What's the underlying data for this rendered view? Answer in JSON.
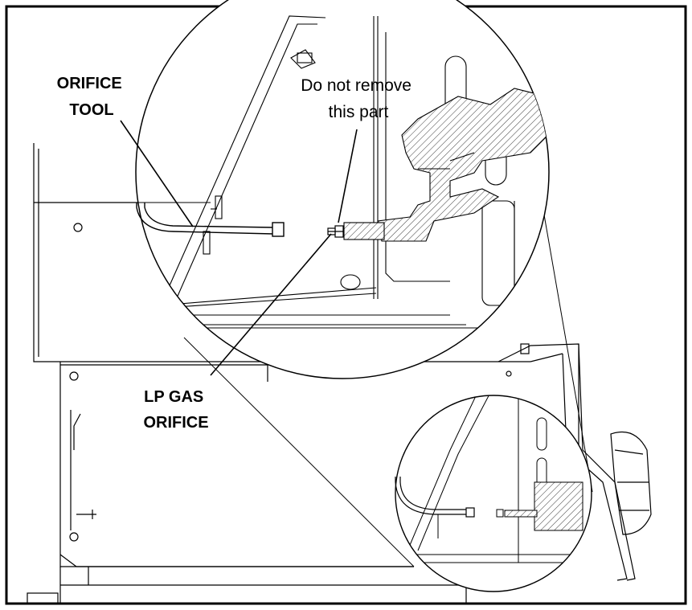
{
  "labels": {
    "orifice_tool": [
      "ORIFICE",
      "TOOL"
    ],
    "do_not_remove": [
      "Do not remove",
      "this part"
    ],
    "lp_gas_orifice": [
      "LP GAS",
      "ORIFICE"
    ]
  },
  "colors": {
    "line": "#000000",
    "light_line": "#666666",
    "background": "#ffffff"
  }
}
